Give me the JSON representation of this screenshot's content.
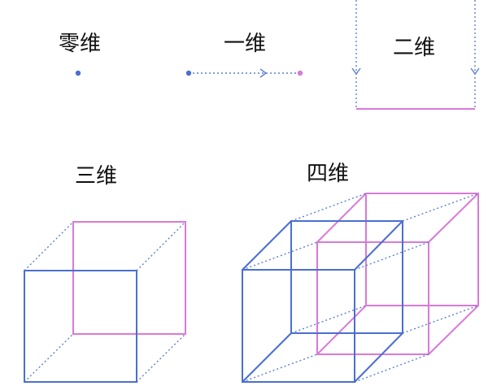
{
  "labels": {
    "zero": "零维",
    "one": "一维",
    "two": "二维",
    "three": "三维",
    "four": "四维"
  },
  "colors": {
    "blue": "#4a6fd0",
    "pink": "#d87ad8",
    "dotted": "#5b7fcf"
  }
}
